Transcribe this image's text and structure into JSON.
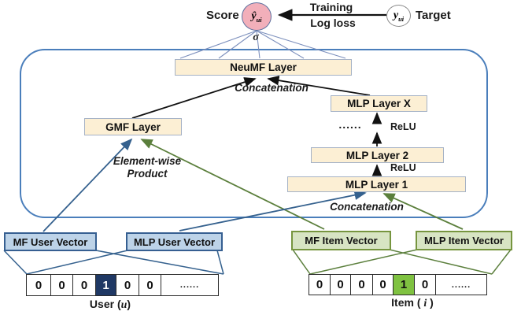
{
  "header": {
    "score_label": "Score",
    "yhat_symbol": "ŷ",
    "yhat_sub": "ui",
    "training_label": "Training",
    "logloss_label": "Log loss",
    "y_symbol": "y",
    "y_sub": "ui",
    "target_label": "Target",
    "sigma": "σ"
  },
  "network": {
    "neumf_layer": "NeuMF Layer",
    "concat_top": "Concatenation",
    "gmf_layer": "GMF Layer",
    "elementwise": "Element-wise\nProduct",
    "mlp_layer_x": "MLP Layer X",
    "relu_dots": "......",
    "relu_top": "ReLU",
    "mlp_layer_2": "MLP Layer 2",
    "relu_mid": "ReLU",
    "mlp_layer_1": "MLP Layer 1",
    "concat_bottom": "Concatenation"
  },
  "embeddings": {
    "mf_user": "MF User Vector",
    "mlp_user": "MLP User Vector",
    "mf_item": "MF Item Vector",
    "mlp_item": "MLP Item Vector"
  },
  "inputs": {
    "user_onehot": [
      "0",
      "0",
      "0",
      "1",
      "0",
      "0",
      "......"
    ],
    "user_hot_index": 3,
    "item_onehot": [
      "0",
      "0",
      "0",
      "0",
      "1",
      "0",
      "......"
    ],
    "item_hot_index": 4,
    "user_caption_prefix": "User (",
    "user_var": "u",
    "user_caption_suffix": ")",
    "item_caption_prefix": "Item ( ",
    "item_var": "i",
    "item_caption_suffix": " )"
  },
  "colors": {
    "layer_fill": "#FCEFD4",
    "layer_border": "#A5B2C6",
    "user_fill": "#BDD3E8",
    "user_border": "#365F91",
    "item_fill": "#D7E4C3",
    "item_border": "#76953F",
    "hot_user": "#1F3864",
    "hot_item": "#7FC241",
    "score_fill": "#F2AFBA",
    "outline_blue": "#4A7EBB",
    "arrow_blue": "#35618E",
    "arrow_green": "#5B7F3C"
  }
}
